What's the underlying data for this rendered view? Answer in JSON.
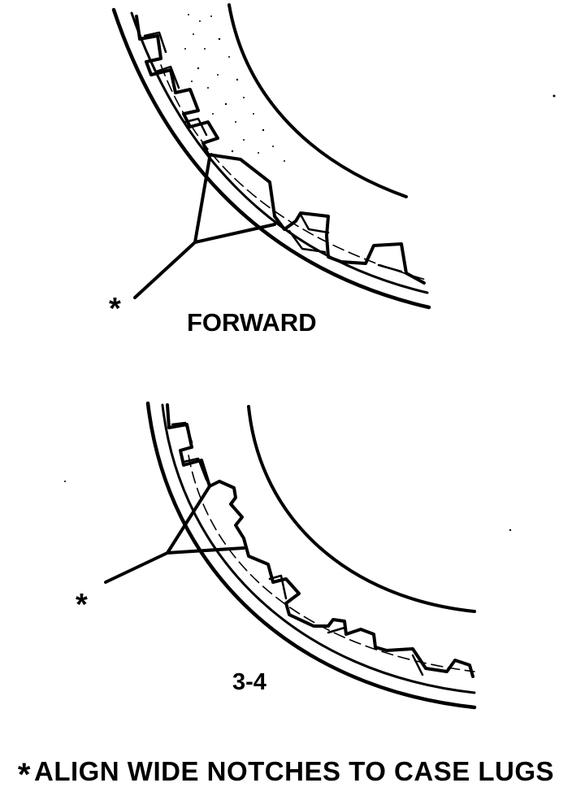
{
  "diagrams": [
    {
      "label": "FORWARD",
      "marker": "*"
    },
    {
      "label": "3-4",
      "marker": "*"
    }
  ],
  "footnote": {
    "marker": "*",
    "text": "ALIGN WIDE NOTCHES TO CASE LUGS"
  }
}
